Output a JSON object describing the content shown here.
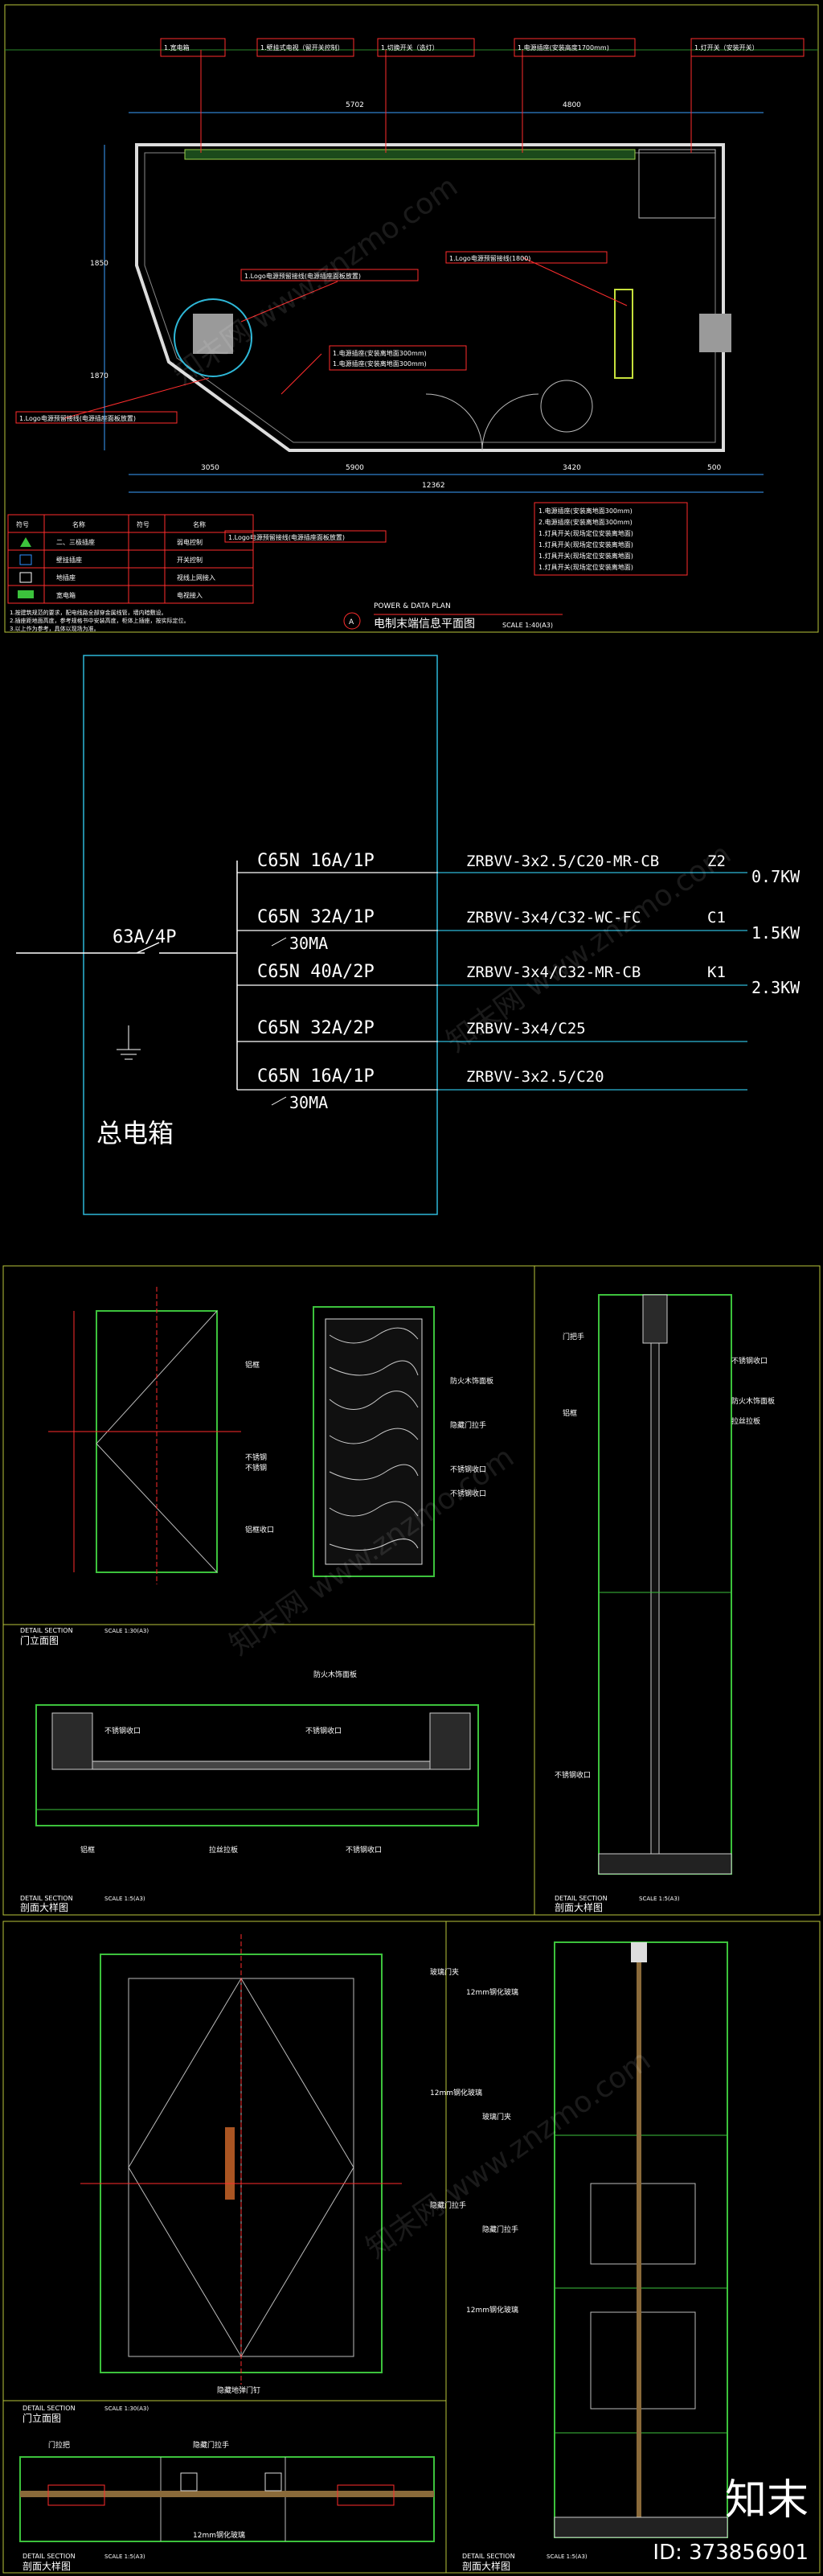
{
  "watermark": "知末网 www.znzmo.com",
  "brand": "知末",
  "image_id": "ID: 373856901",
  "plan": {
    "title_en": "POWER & DATA PLAN",
    "title_cn": "电制末端信息平面图",
    "scale": "SCALE 1:40(A3)",
    "callout_num": "A",
    "dims_top": [
      "5702",
      "4800"
    ],
    "dims_bottom": [
      "3050",
      "5900",
      "3420",
      "500"
    ],
    "dim_total": "12362",
    "dims_left": [
      "1850",
      "1870"
    ],
    "notes_top": [
      "1.宽电箱",
      "1.壁挂式电视（留开关控制）",
      "1.切换开关（选灯）",
      "1.电源插座(安装高度1700mm)",
      "1.灯开关（安装开关）"
    ],
    "notes_mid": [
      "1.Logo电源预留接线(电源插座面板放置)",
      "1.Logo电源预留接线(1800)",
      "1.电源插座(安装离地面300mm)",
      "1.电源插座(安装离地面300mm)"
    ],
    "notes_left": [
      "1.Logo电源预留接线(电源插座面板放置)"
    ],
    "notes_bottom_center": "1.Logo电源预留接线(电源插座面板放置)",
    "notes_right": [
      "1.电源插座(安装离地面300mm)",
      "2.电源插座(安装离地面300mm)",
      "1.灯具开关(现场定位安装离地面)",
      "1.灯具开关(现场定位安装离地面)",
      "1.灯具开关(现场定位安装离地面)",
      "1.灯具开关(现场定位安装离地面)"
    ],
    "legend": [
      [
        "符号",
        "名称",
        "符号",
        "名称"
      ],
      [
        "",
        "二、三极插座",
        "",
        "弱电控制"
      ],
      [
        "",
        "壁挂插座",
        "",
        "开关控制"
      ],
      [
        "",
        "地插座",
        "",
        "视线上网接入"
      ],
      [
        "",
        "宽电箱",
        "",
        "电视接入"
      ]
    ],
    "footnotes": [
      "1.按建筑规范的要求，配电线路全部穿金属线管，墙内暗敷设。",
      "2.插座距地面高度，参考规格书中安装高度，柜体上插座，按实际定位。",
      "3.以上作为参考，具体以现场为准。"
    ]
  },
  "panel": {
    "main_breaker": "63A/4P",
    "title": "总电箱",
    "circuits": [
      {
        "breaker": "C65N 16A/1P",
        "rcd": "",
        "cable": "ZRBVV-3x2.5/C20-MR-CB",
        "code": "Z2",
        "power": "0.7KW"
      },
      {
        "breaker": "C65N 32A/1P",
        "rcd": "30MA",
        "cable": "ZRBVV-3x4/C32-WC-FC",
        "code": "C1",
        "power": "1.5KW"
      },
      {
        "breaker": "C65N 40A/2P",
        "rcd": "",
        "cable": "ZRBVV-3x4/C32-MR-CB",
        "code": "K1",
        "power": "2.3KW"
      },
      {
        "breaker": "C65N 32A/2P",
        "rcd": "",
        "cable": "ZRBVV-3x4/C25",
        "code": "",
        "power": ""
      },
      {
        "breaker": "C65N 16A/1P",
        "rcd": "30MA",
        "cable": "ZRBVV-3x2.5/C20",
        "code": "",
        "power": ""
      }
    ]
  },
  "doors1": {
    "labels_elev": [
      "铝框",
      "不锈钢",
      "不锈钢",
      "铝框收口"
    ],
    "labels_elev2": [
      "防火木饰面板",
      "隐藏门拉手",
      "不锈钢收口",
      "不锈钢收口"
    ],
    "labels_sec": [
      "门把手",
      "不锈钢收口",
      "防火木饰面板",
      "拉丝拉板",
      "铝框",
      "不锈钢收口"
    ],
    "labels_plan": [
      "不锈钢收口",
      "防火木饰面板",
      "不锈钢收口",
      "铝框",
      "拉丝拉板",
      "不锈钢收口"
    ],
    "cap_a_en": "DETAIL SECTION",
    "cap_a_cn": "门立面图",
    "cap_a_scale": "SCALE 1:30(A3)",
    "cap_b_en": "DETAIL SECTION",
    "cap_b_cn": "剖面大样图",
    "cap_b_scale": "SCALE 1:5(A3)",
    "cap_c_en": "DETAIL SECTION",
    "cap_c_cn": "剖面大样图",
    "cap_c_scale": "SCALE 1:5(A3)"
  },
  "doors2": {
    "labels_elev": [
      "玻璃门夹",
      "12mm钢化玻璃",
      "隐藏门拉手",
      "隐藏地弹门钉"
    ],
    "labels_sec": [
      "12mm钢化玻璃",
      "玻璃门夹",
      "隐藏门拉手",
      "12mm钢化玻璃"
    ],
    "labels_plan": [
      "门拉把",
      "隐藏门拉手",
      "12mm钢化玻璃"
    ],
    "cap_a_en": "DETAIL SECTION",
    "cap_a_cn": "门立面图",
    "cap_a_scale": "SCALE 1:30(A3)",
    "cap_b_en": "DETAIL SECTION",
    "cap_b_cn": "剖面大样图",
    "cap_b_scale": "SCALE 1:5(A3)",
    "cap_c_en": "DETAIL SECTION",
    "cap_c_cn": "剖面大样图",
    "cap_c_scale": "SCALE 1:5(A3)"
  }
}
